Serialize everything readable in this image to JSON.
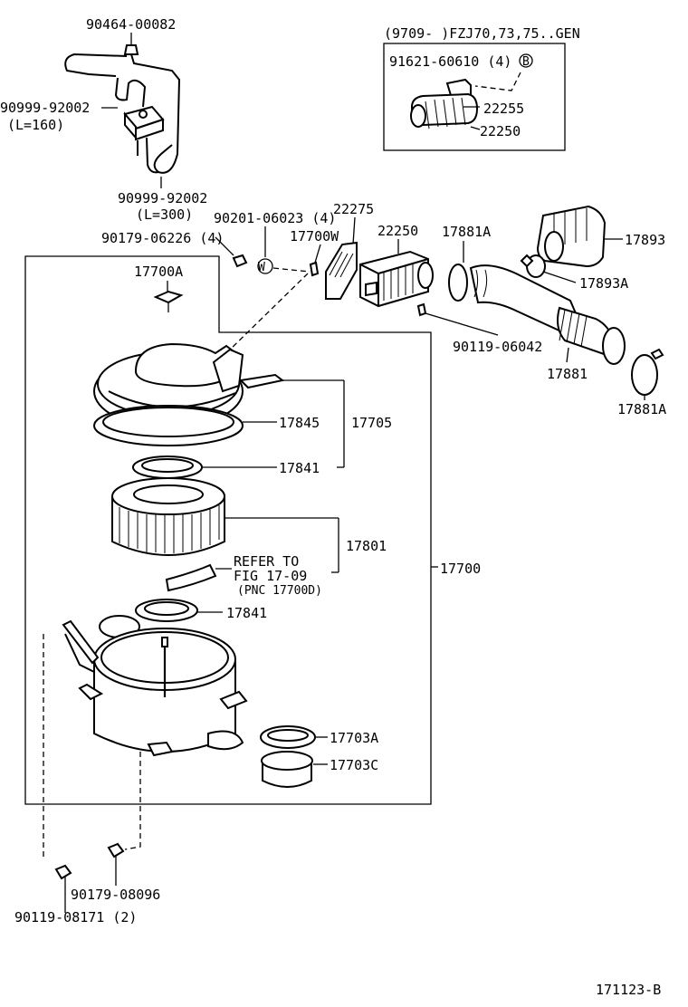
{
  "callouts": {
    "p90464": "90464-00082",
    "p90999a": "90999-92002",
    "p90999a_len": "(L=160)",
    "p90999b": "90999-92002",
    "p90999b_len": "(L=300)",
    "inset_header": "(9709-    )FZJ70,73,75..GEN",
    "p91621": "91621-60610 (4)",
    "b_mark": "B",
    "p22255": "22255",
    "p22250_inset": "22250",
    "p90201": "90201-06023 (4)",
    "p22275": "22275",
    "p90179a": "90179-06226 (4)",
    "p17700W": "17700W",
    "w_mark": "W",
    "p22250": "22250",
    "p17881A_a": "17881A",
    "p17893": "17893",
    "p17893A": "17893A",
    "p17700A": "17700A",
    "p90119a": "90119-06042",
    "p17881": "17881",
    "p17881A_b": "17881A",
    "p17845": "17845",
    "p17705": "17705",
    "p17841a": "17841",
    "p17801": "17801",
    "refer1": "REFER TO",
    "refer2": "FIG 17-09",
    "refer3": "(PNC 17700D)",
    "p17700": "17700",
    "p17841b": "17841",
    "p17703A": "17703A",
    "p17703C": "17703C",
    "p90179b": "90179-08096",
    "p90119b": "90119-08171 (2)",
    "fig_id": "171123-B"
  }
}
